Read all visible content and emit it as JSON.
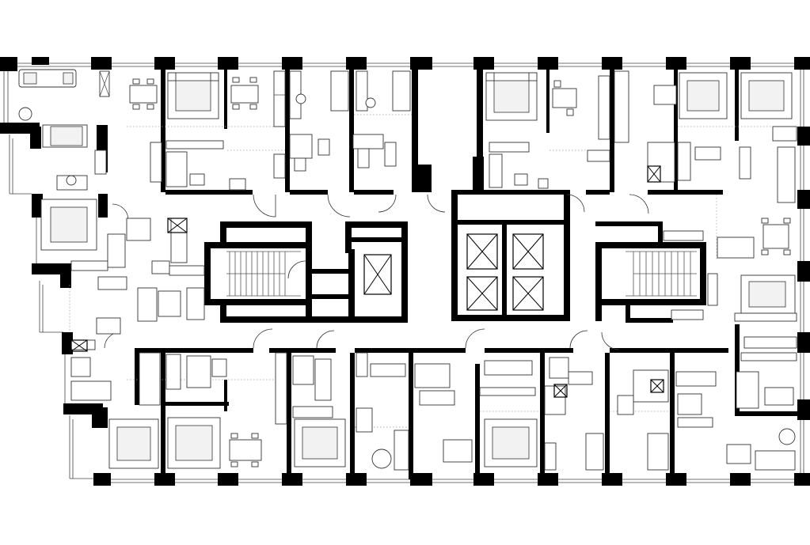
{
  "floor_plan": {
    "elements": {
      "exterior_walls": "exterior-wall",
      "core": "central-core",
      "elevators": "elevator-shaft",
      "stairs": "stairwell",
      "apartments": "apartment-unit"
    },
    "counts": {
      "elevators_main": 4,
      "elevators_side": 1,
      "stairwells": 2
    },
    "colors": {
      "walls": "#000000",
      "background": "#ffffff",
      "lines": "#333333"
    }
  }
}
